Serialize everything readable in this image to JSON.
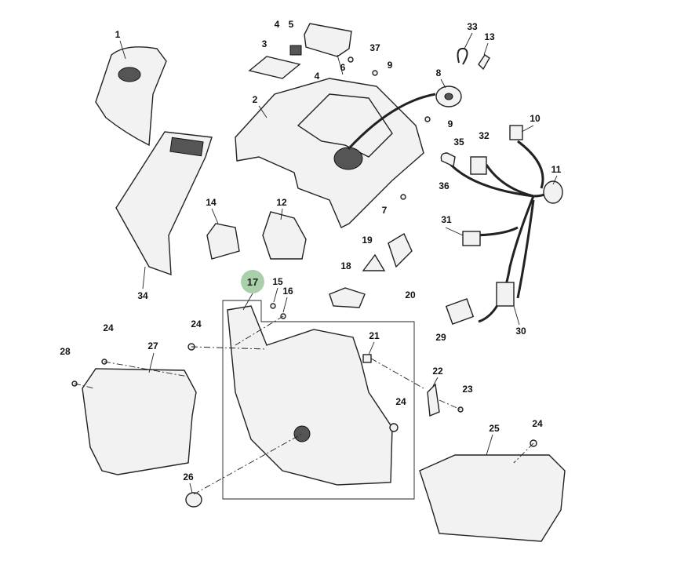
{
  "diagram": {
    "highlighted_callout": "17",
    "highlight_color": "#a9d0a9",
    "callouts": [
      "1",
      "2",
      "3",
      "4",
      "5",
      "4",
      "6",
      "37",
      "9",
      "33",
      "13",
      "8",
      "9",
      "10",
      "35",
      "32",
      "36",
      "11",
      "7",
      "14",
      "12",
      "31",
      "19",
      "20",
      "18",
      "34",
      "15",
      "16",
      "24",
      "24",
      "28",
      "27",
      "21",
      "22",
      "23",
      "24",
      "29",
      "30",
      "25",
      "24",
      "26"
    ]
  }
}
